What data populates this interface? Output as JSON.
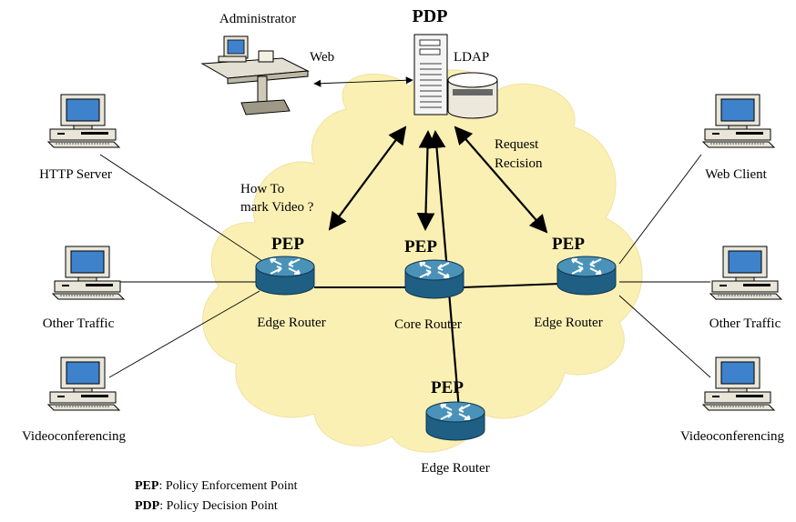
{
  "colors": {
    "cloud": "#fbf0b4",
    "router_top": "#4a92b8",
    "router_side": "#1f5f84",
    "screen": "#3f82cc"
  },
  "pdp": {
    "title": "PDP",
    "ldap": "LDAP",
    "web": "Web"
  },
  "admin": {
    "label": "Administrator"
  },
  "left_hosts": {
    "http": "HTTP Server",
    "other": "Other Traffic",
    "video": "Videoconferencing"
  },
  "right_hosts": {
    "web": "Web Client",
    "other": "Other Traffic",
    "video": "Videoconferencing"
  },
  "routers": {
    "pep": "PEP",
    "left": "Edge Router",
    "core": "Core Router",
    "right": "Edge Router",
    "bottom": "Edge Router"
  },
  "annotations": {
    "how_to_1": "How To",
    "how_to_2": "mark Video ?",
    "request_1": "Request",
    "request_2": "Recision"
  },
  "legend": {
    "pep_term": "PEP",
    "pep_def": ": Policy Enforcement Point",
    "pdp_term": "PDP",
    "pdp_def": ": Policy Decision Point"
  }
}
